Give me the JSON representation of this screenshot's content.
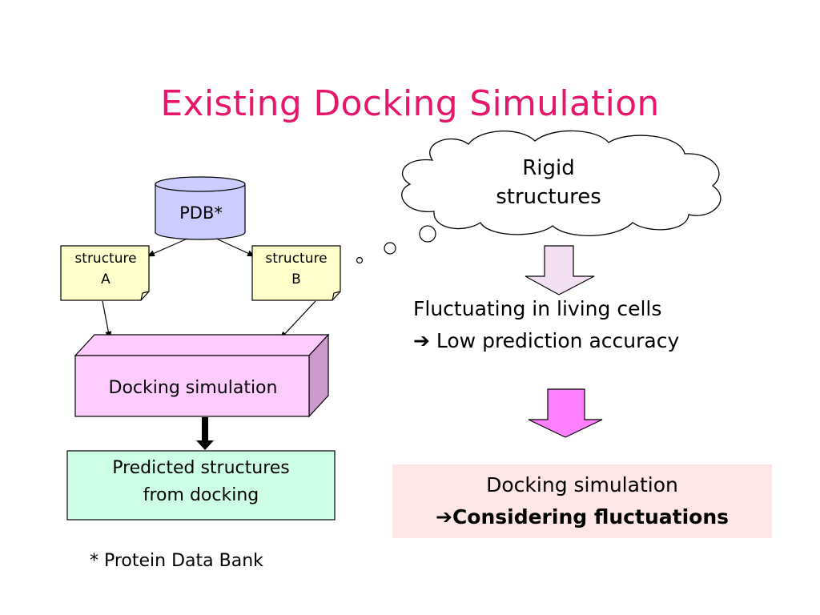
{
  "title": "Existing Docking Simulation",
  "pdb": {
    "label": "PDB*"
  },
  "structure_a": {
    "line1": "structure",
    "line2": "A"
  },
  "structure_b": {
    "line1": "structure",
    "line2": "B"
  },
  "docking_box": {
    "label": "Docking simulation"
  },
  "predicted_box": {
    "line1": "Predicted structures",
    "line2": "from docking"
  },
  "cloud": {
    "line1": "Rigid",
    "line2": "structures"
  },
  "fluctuating": {
    "line1": "Fluctuating in living cells",
    "arrow": "➔",
    "line2": " Low prediction accuracy"
  },
  "result": {
    "line1": "Docking simulation",
    "arrow": "➔",
    "line2": "Considering fluctuations"
  },
  "footnote": "* Protein Data Bank",
  "colors": {
    "title": "#e6176b",
    "cylinder": "#ccccff",
    "note_fill": "#ffffcc",
    "docking_fill": "#ffccff",
    "predicted_fill": "#ccffe6",
    "result_fill": "#fde6e6",
    "arrow_light": "#f4e0f4",
    "arrow_pink": "#ff80ff"
  }
}
